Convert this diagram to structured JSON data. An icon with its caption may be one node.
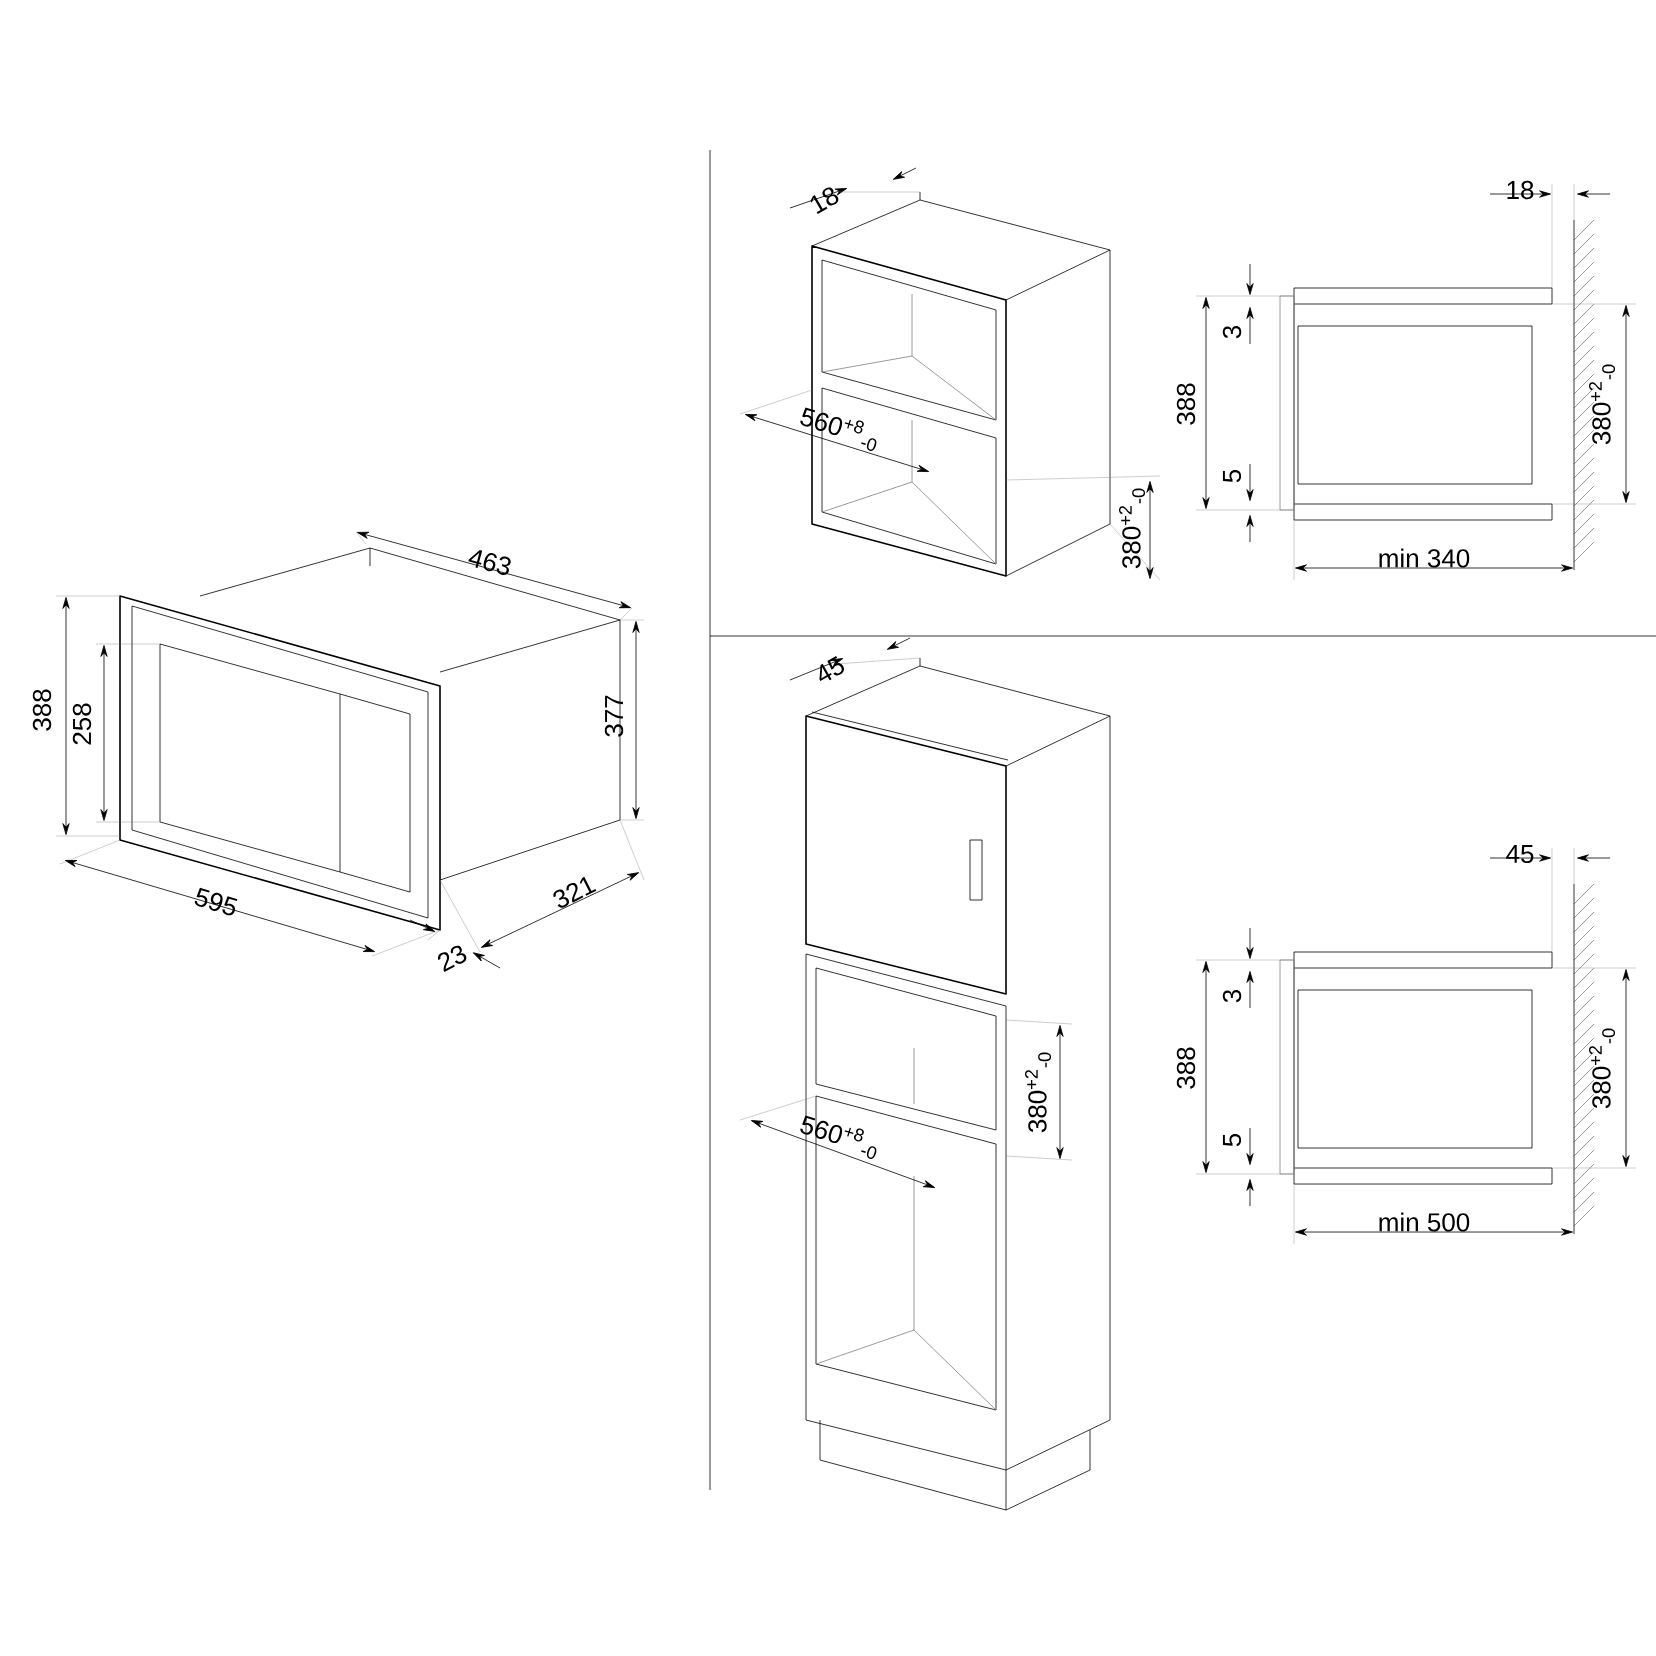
{
  "diagram": {
    "labels": [
      "463",
      "388",
      "258",
      "377",
      "595",
      "321",
      "23",
      "18",
      "560$^{+8}$$_{-0}$",
      "380$^{+2}$$_{-0}$",
      "18",
      "3",
      "388",
      "5",
      "380$^{+2}$$_{-0}$",
      "min 340",
      "45",
      "560$^{+8}$$_{-0}$",
      "380$^{+2}$$_{-0}$",
      "45",
      "3",
      "388",
      "5",
      "380$^{+2}$$_{-0}$",
      "min 500"
    ]
  }
}
